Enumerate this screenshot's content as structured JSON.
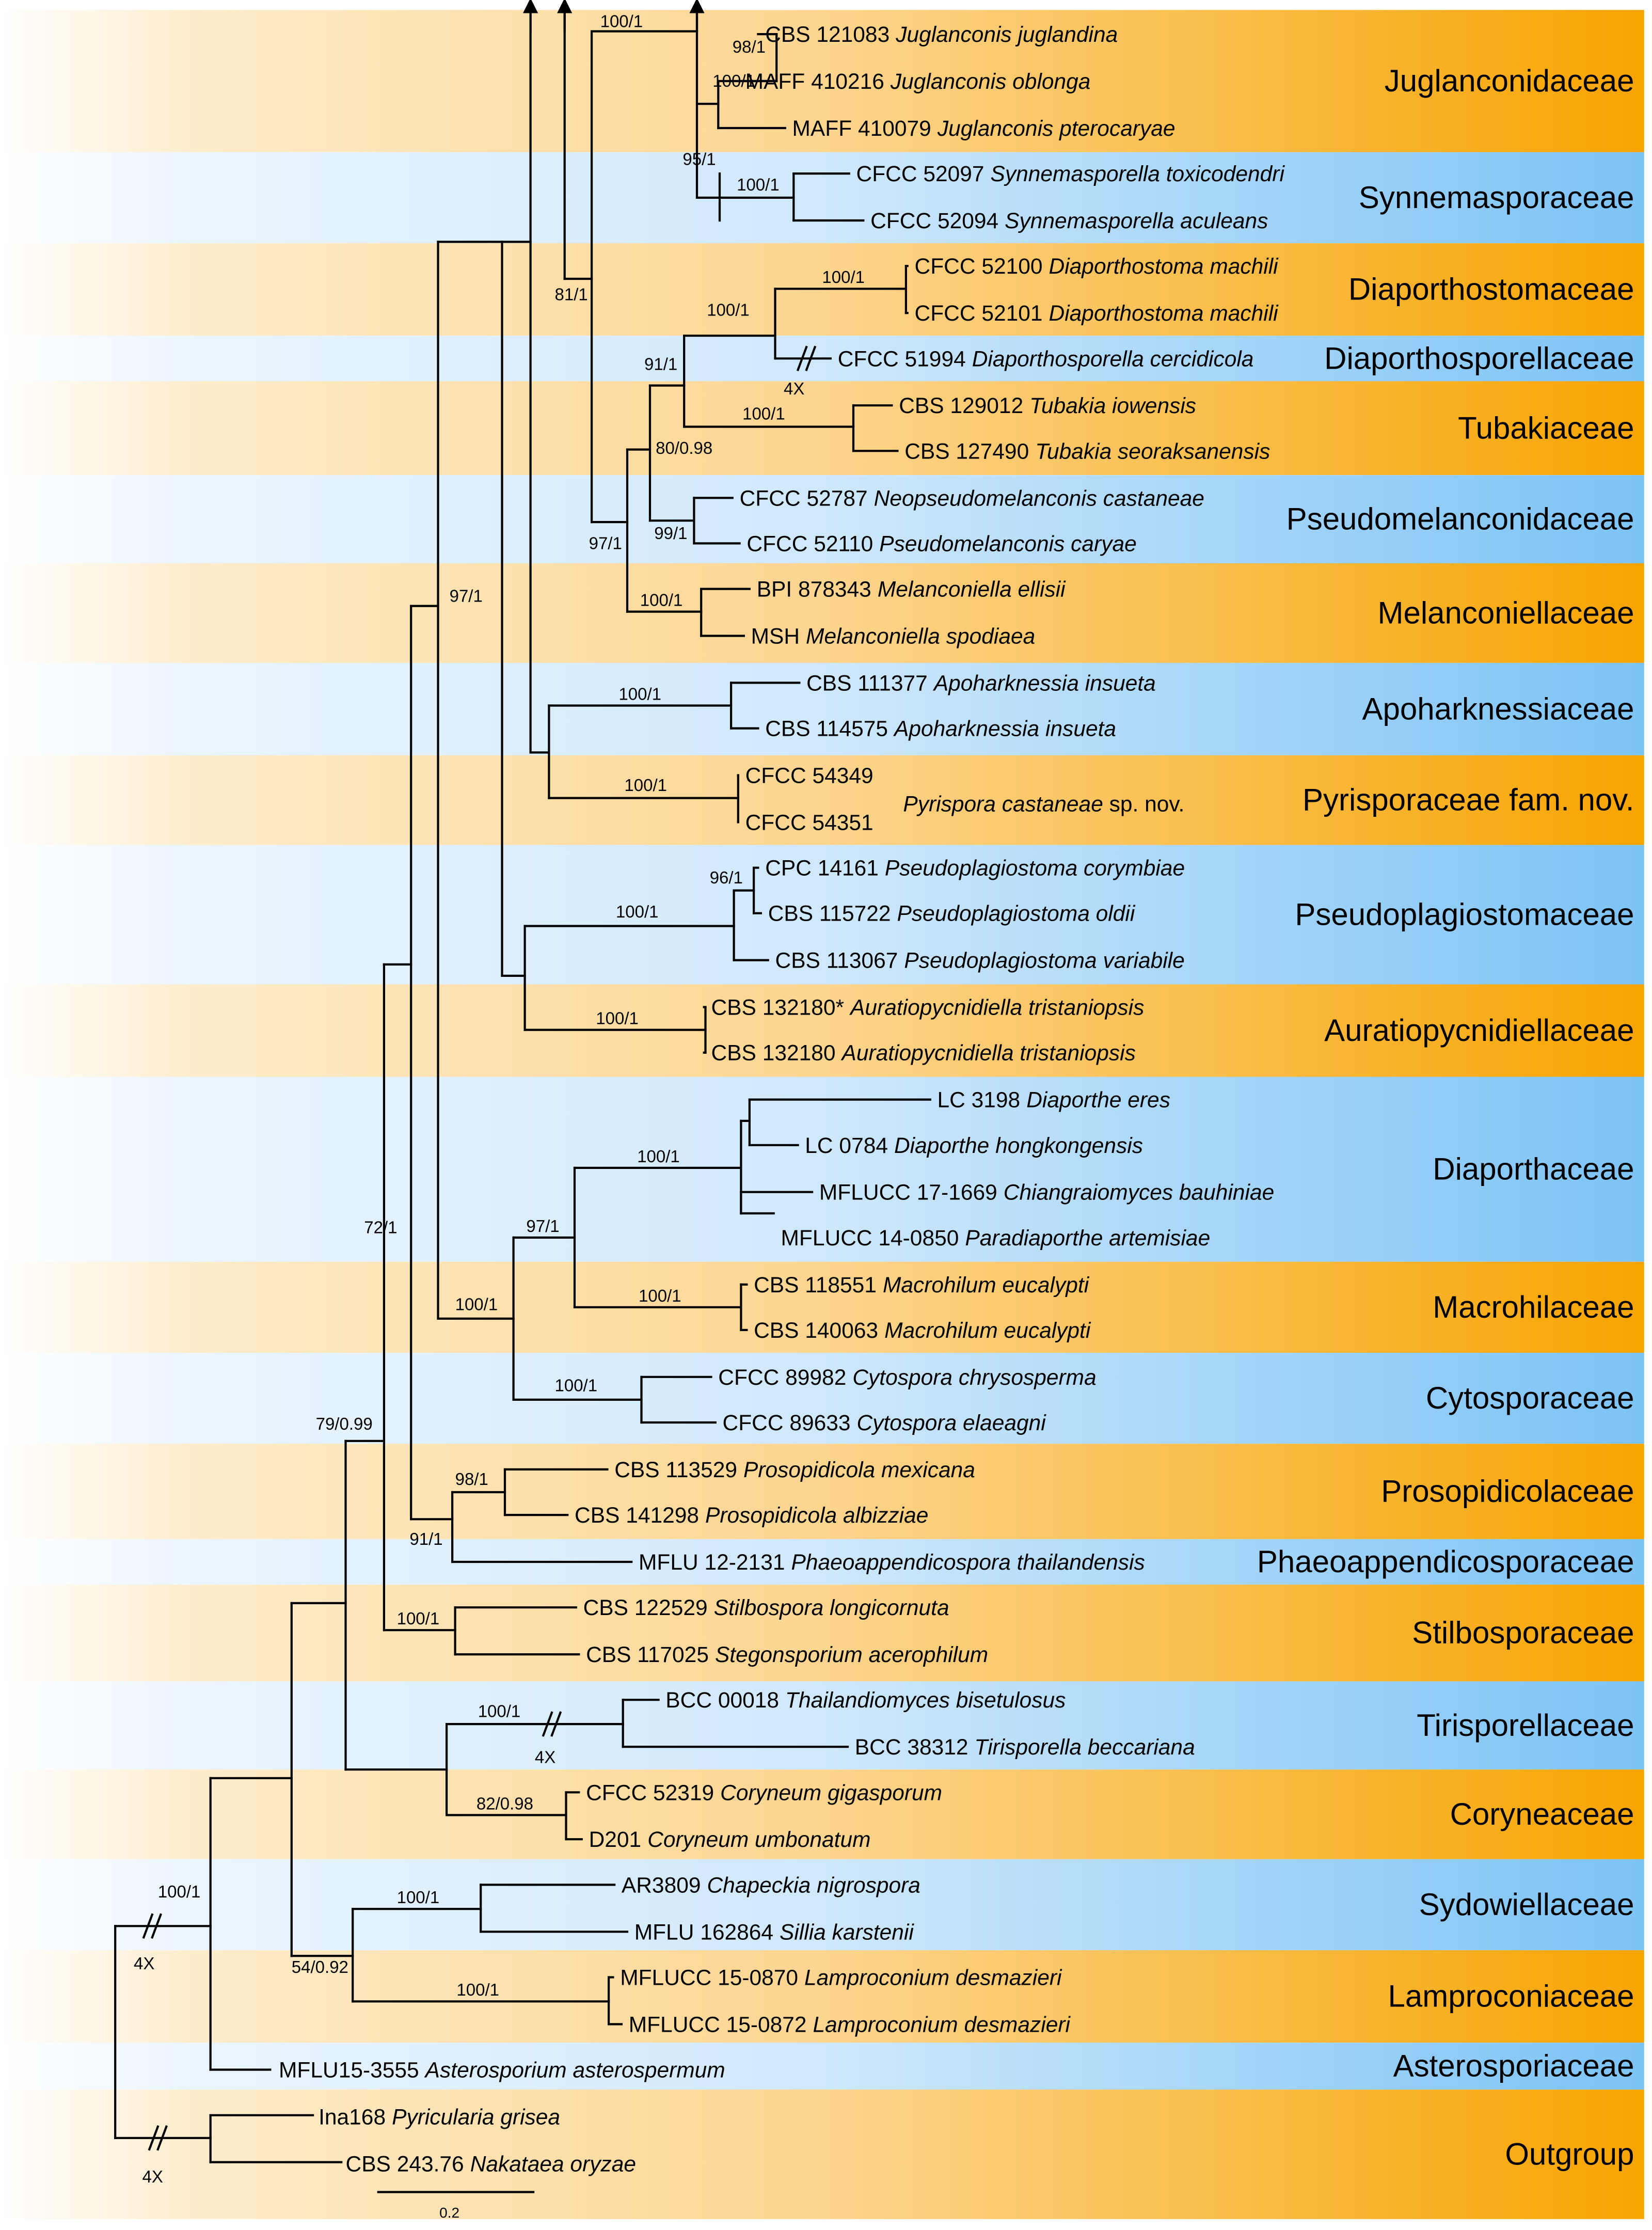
{
  "colors": {
    "orange_band": "#f7a400",
    "blue_band": "#7cc3f5",
    "line": "#000000"
  },
  "families": [
    {
      "name": "Juglanconidaceae",
      "color": "orange"
    },
    {
      "name": "Synnemasporaceae",
      "color": "blue"
    },
    {
      "name": "Diaporthostomaceae",
      "color": "orange"
    },
    {
      "name": "Diaporthosporellaceae",
      "color": "blue"
    },
    {
      "name": "Tubakiaceae",
      "color": "orange"
    },
    {
      "name": "Pseudomelanconidaceae",
      "color": "blue"
    },
    {
      "name": "Melanconiellaceae",
      "color": "orange"
    },
    {
      "name": "Apoharknessiaceae",
      "color": "blue"
    },
    {
      "name": "Pyrisporaceae fam. nov.",
      "color": "orange"
    },
    {
      "name": "Pseudoplagiostomaceae",
      "color": "blue"
    },
    {
      "name": "Auratiopycnidiellaceae",
      "color": "orange"
    },
    {
      "name": "Diaporthaceae",
      "color": "blue"
    },
    {
      "name": "Macrohilaceae",
      "color": "orange"
    },
    {
      "name": "Cytosporaceae",
      "color": "blue"
    },
    {
      "name": "Prosopidicolaceae",
      "color": "orange"
    },
    {
      "name": "Phaeoappendicosporaceae",
      "color": "blue"
    },
    {
      "name": "Stilbosporaceae",
      "color": "orange"
    },
    {
      "name": "Tirisporellaceae",
      "color": "blue"
    },
    {
      "name": "Coryneaceae",
      "color": "orange"
    },
    {
      "name": "Sydowiellaceae",
      "color": "blue"
    },
    {
      "name": "Lamproconiaceae",
      "color": "orange"
    },
    {
      "name": "Asterosporiaceae",
      "color": "blue"
    },
    {
      "name": "Outgroup",
      "color": "orange"
    }
  ],
  "taxa": [
    {
      "strain": "CBS 121083",
      "species": "Juglanconis juglandina"
    },
    {
      "strain": "MAFF 410216",
      "species": "Juglanconis oblonga"
    },
    {
      "strain": "MAFF 410079",
      "species": "Juglanconis pterocaryae"
    },
    {
      "strain": "CFCC 52097",
      "species": "Synnemasporella toxicodendri"
    },
    {
      "strain": "CFCC 52094",
      "species": "Synnemasporella aculeans"
    },
    {
      "strain": "CFCC 52100",
      "species": "Diaporthostoma machili"
    },
    {
      "strain": "CFCC 52101",
      "species": "Diaporthostoma machili"
    },
    {
      "strain": "CFCC 51994",
      "species": "Diaporthosporella cercidicola"
    },
    {
      "strain": "CBS 129012",
      "species": "Tubakia iowensis"
    },
    {
      "strain": "CBS 127490",
      "species": "Tubakia seoraksanensis"
    },
    {
      "strain": "CFCC 52787",
      "species": "Neopseudomelanconis castaneae"
    },
    {
      "strain": "CFCC 52110",
      "species": "Pseudomelanconis caryae"
    },
    {
      "strain": "BPI 878343",
      "species": "Melanconiella ellisii"
    },
    {
      "strain": "MSH",
      "species": "Melanconiella spodiaea"
    },
    {
      "strain": "CBS 111377",
      "species": "Apoharknessia insueta"
    },
    {
      "strain": "CBS 114575",
      "species": "Apoharknessia insueta"
    },
    {
      "strain": "CFCC 54349",
      "species": ""
    },
    {
      "strain": "CFCC 54351",
      "species": ""
    },
    {
      "strain": "CPC 14161",
      "species": "Pseudoplagiostoma corymbiae"
    },
    {
      "strain": "CBS 115722",
      "species": "Pseudoplagiostoma oldii"
    },
    {
      "strain": "CBS 113067",
      "species": "Pseudoplagiostoma variabile"
    },
    {
      "strain": "CBS 132180*",
      "species": "Auratiopycnidiella tristaniopsis"
    },
    {
      "strain": "CBS 132180",
      "species": "Auratiopycnidiella tristaniopsis"
    },
    {
      "strain": "LC 3198",
      "species": "Diaporthe eres"
    },
    {
      "strain": "LC 0784",
      "species": "Diaporthe hongkongensis"
    },
    {
      "strain": "MFLUCC 17-1669",
      "species": "Chiangraiomyces bauhiniae"
    },
    {
      "strain": "MFLUCC 14-0850",
      "species": "Paradiaporthe artemisiae"
    },
    {
      "strain": "CBS 118551",
      "species": "Macrohilum eucalypti"
    },
    {
      "strain": "CBS 140063",
      "species": "Macrohilum eucalypti"
    },
    {
      "strain": "CFCC 89982",
      "species": "Cytospora chrysosperma"
    },
    {
      "strain": "CFCC 89633",
      "species": "Cytospora elaeagni"
    },
    {
      "strain": "CBS 113529",
      "species": "Prosopidicola mexicana"
    },
    {
      "strain": "CBS 141298",
      "species": "Prosopidicola albizziae"
    },
    {
      "strain": "MFLU 12-2131",
      "species": "Phaeoappendicospora thailandensis"
    },
    {
      "strain": "CBS 122529",
      "species": "Stilbospora longicornuta"
    },
    {
      "strain": "CBS 117025",
      "species": "Stegonsporium acerophilum"
    },
    {
      "strain": "BCC 00018",
      "species": "Thailandiomyces bisetulosus"
    },
    {
      "strain": "BCC 38312",
      "species": "Tirisporella beccariana"
    },
    {
      "strain": "CFCC 52319",
      "species": "Coryneum gigasporum"
    },
    {
      "strain": "D201",
      "species": "Coryneum umbonatum"
    },
    {
      "strain": "AR3809",
      "species": "Chapeckia nigrospora"
    },
    {
      "strain": "MFLU 162864",
      "species": "Sillia karstenii"
    },
    {
      "strain": "MFLUCC 15-0870",
      "species": "Lamproconium desmazieri"
    },
    {
      "strain": "MFLUCC 15-0872",
      "species": "Lamproconium desmazieri"
    },
    {
      "strain": "MFLU15-3555",
      "species": "Asterosporium asterospermum"
    },
    {
      "strain": "Ina168",
      "species": "Pyricularia grisea"
    },
    {
      "strain": "CBS 243.76",
      "species": "Nakataea oryzae"
    }
  ],
  "pyrispora_label": {
    "species": "Pyrispora castaneae",
    "suffix": " sp. nov."
  },
  "supports": [
    "100/1",
    "98/1",
    "100/1",
    "95/1",
    "100/1",
    "81/1",
    "100/1",
    "100/1",
    "91/1",
    "100/1",
    "80/0.98",
    "99/1",
    "97/1",
    "100/1",
    "97/1",
    "100/1",
    "100/1",
    "96/1",
    "100/1",
    "100/1",
    "100/1",
    "97/1",
    "100/1",
    "100/1",
    "100/1",
    "72/1",
    "98/1",
    "91/1",
    "79/0.99",
    "100/1",
    "100/1",
    "82/0.98",
    "100/1",
    "54/0.92",
    "100/1",
    "100/1"
  ],
  "break_labels": [
    "4X",
    "4X",
    "4X",
    "4X"
  ],
  "scale_bar": {
    "label": "0.2"
  }
}
